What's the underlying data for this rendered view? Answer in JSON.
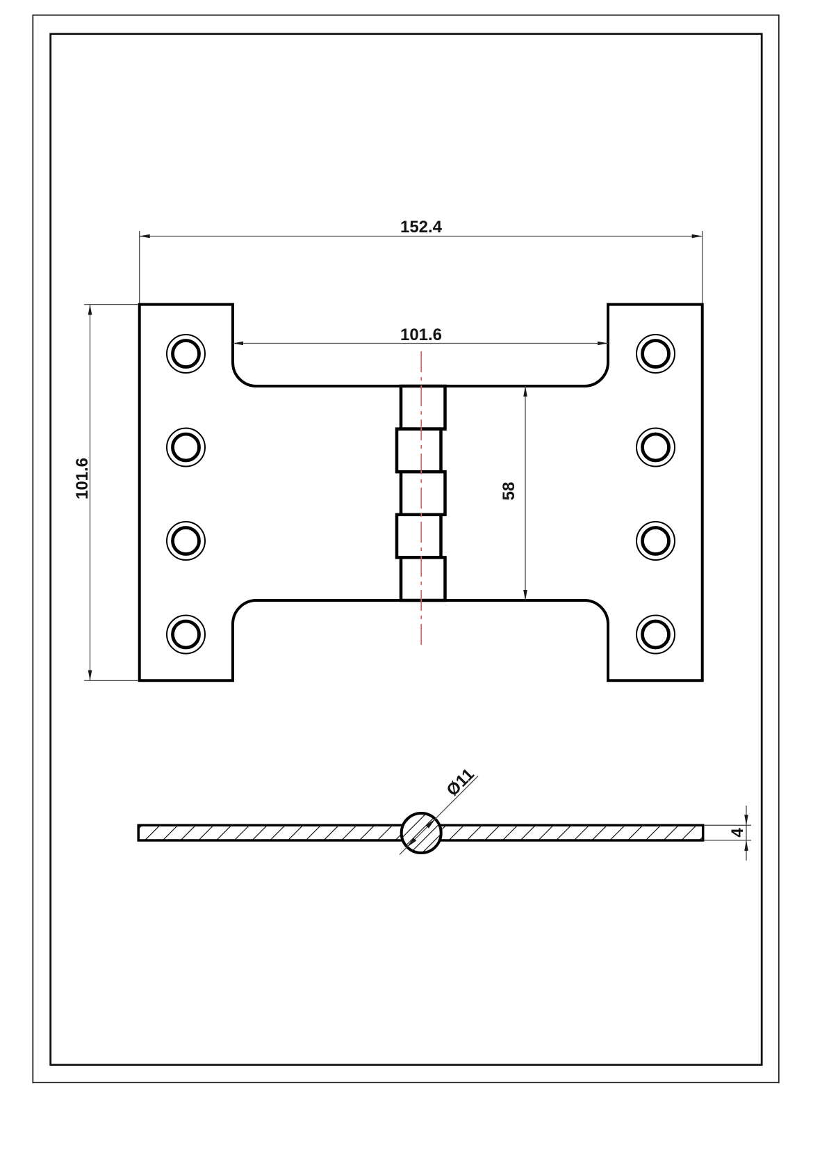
{
  "drawing": {
    "kind": "technical drawing of a parliament hinge, plan view and section view",
    "colors": {
      "outline": "#000000",
      "dimension_lines": "#4c4c4c",
      "centerline": "#e05c5c",
      "paper": "#ffffff"
    },
    "plan_view": {
      "dim_overall_width": "152.4",
      "dim_inner_width": "101.6",
      "dim_height": "101.6",
      "dim_knuckle_length": "58"
    },
    "section_view": {
      "dim_pin_diameter": "Ø11",
      "dim_leaf_thickness": "4"
    }
  }
}
